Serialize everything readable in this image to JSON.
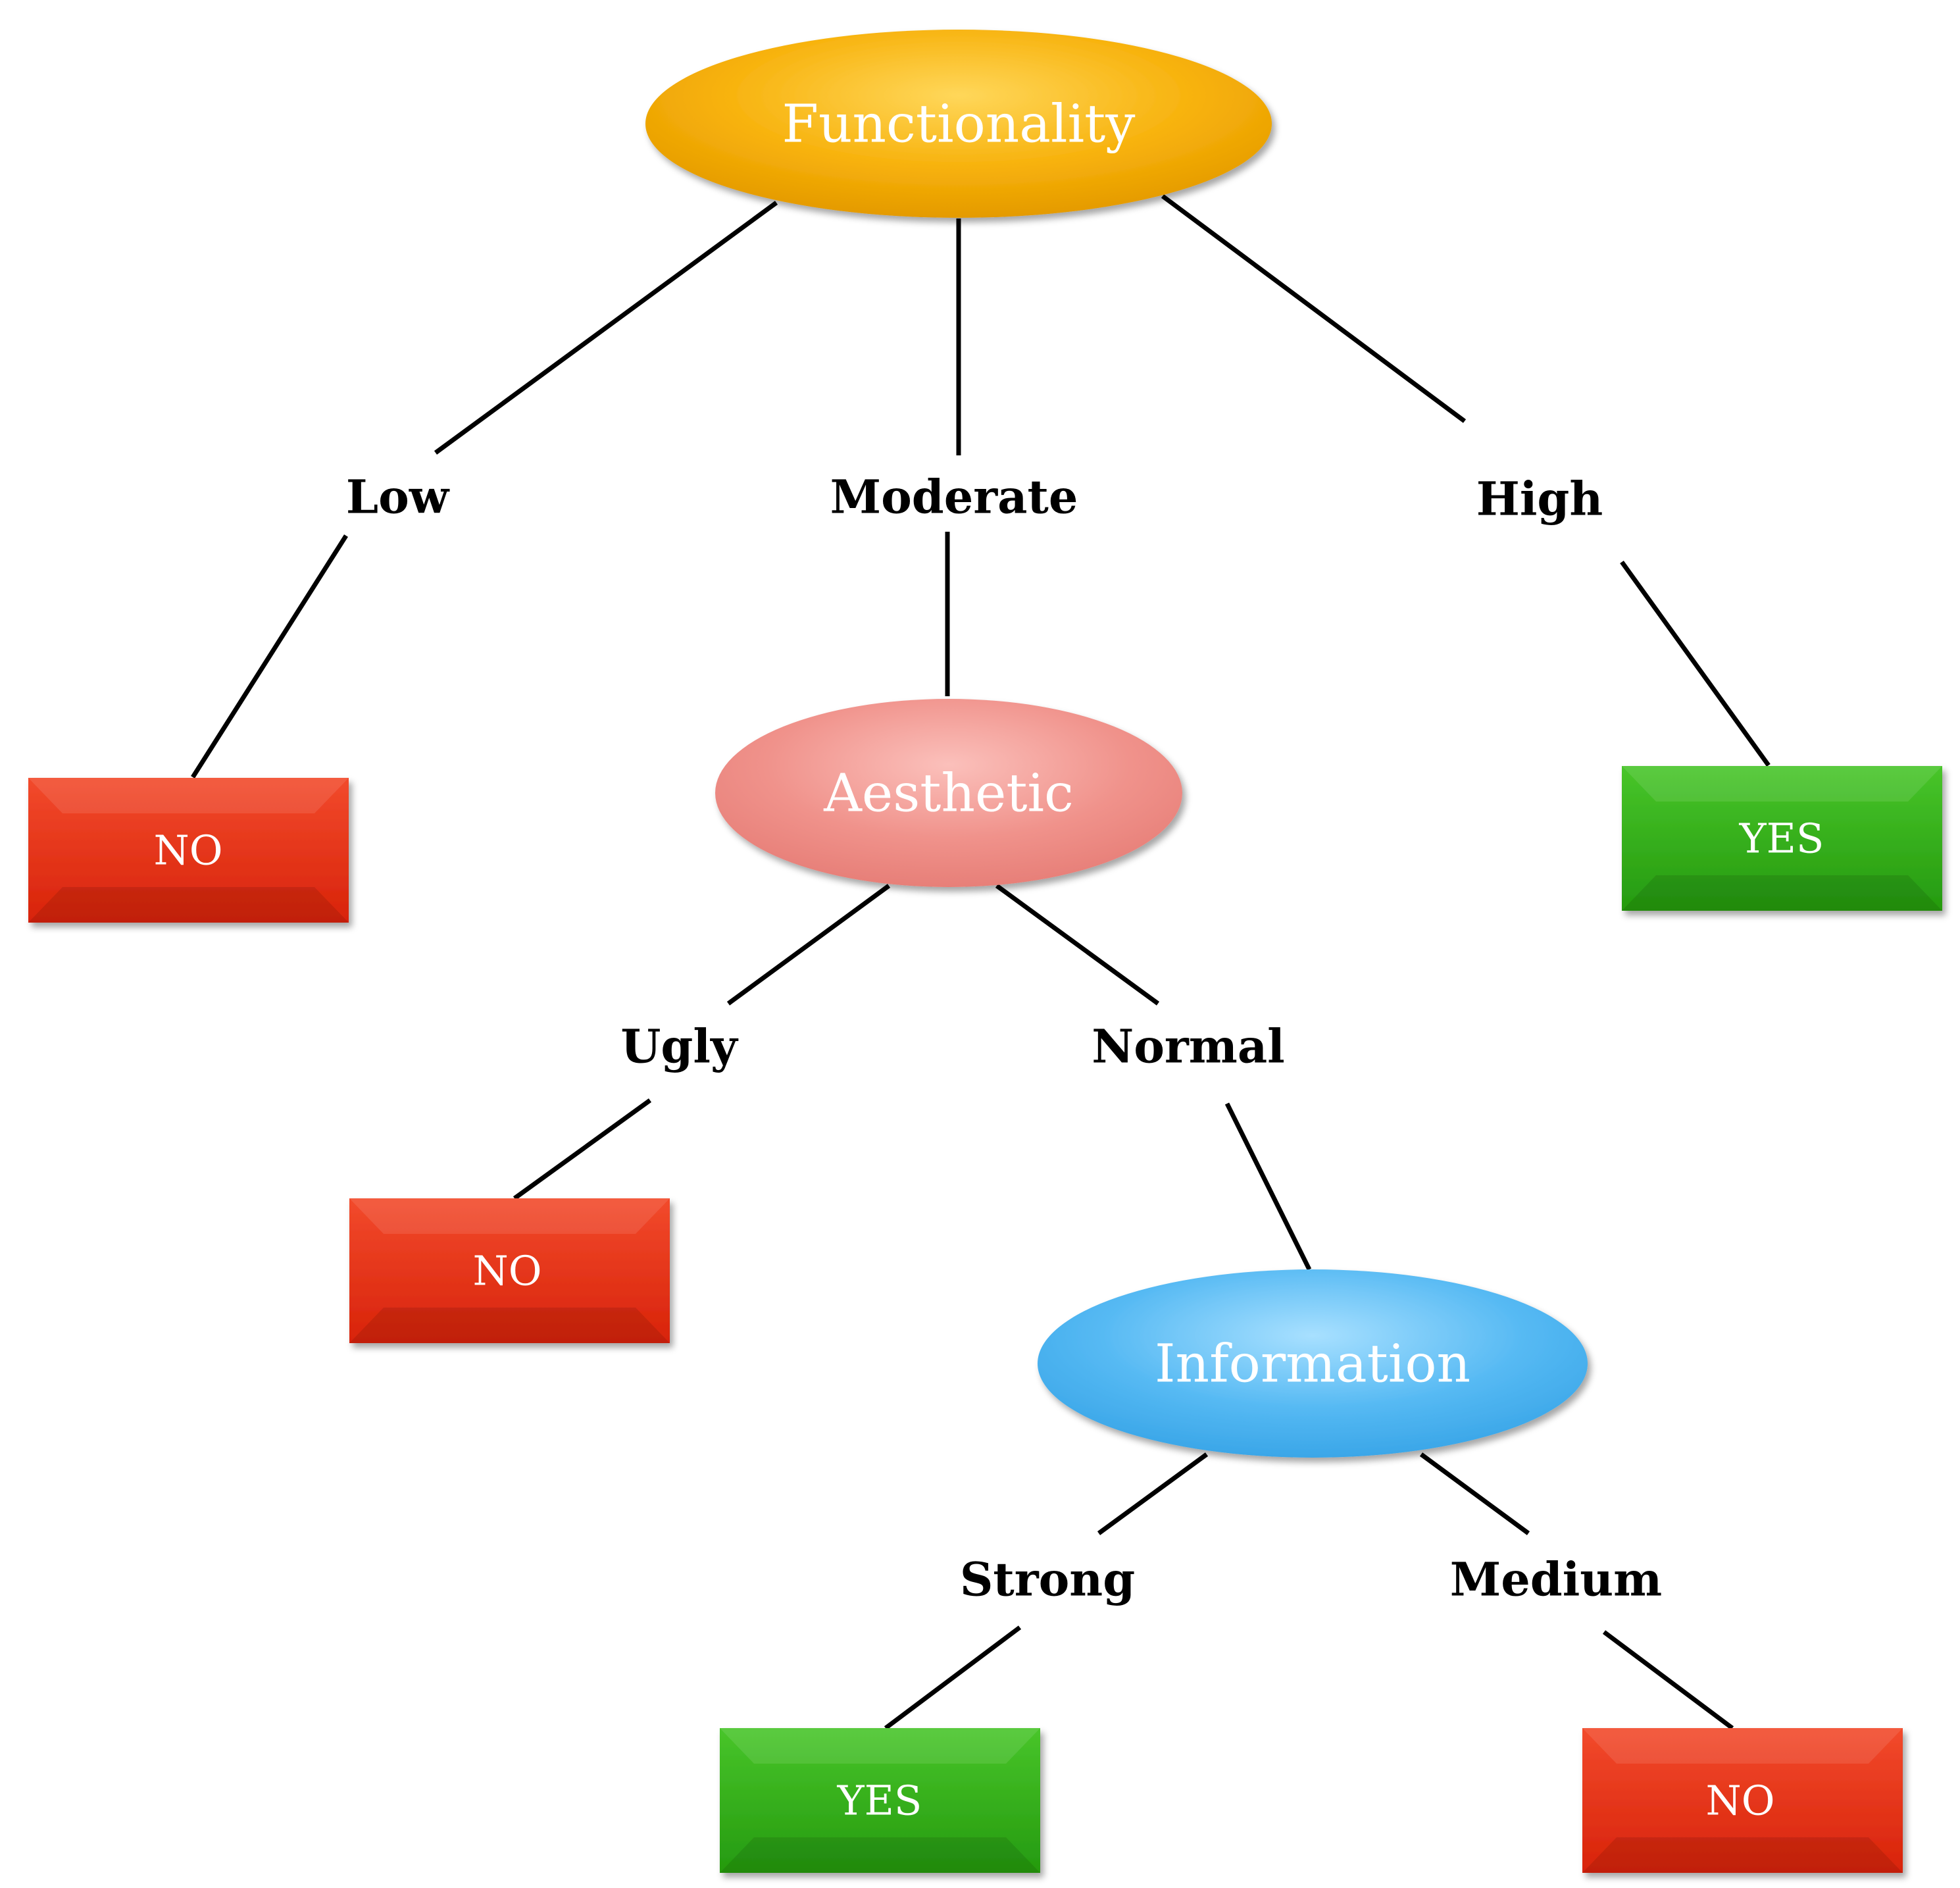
{
  "colors": {
    "decision_root": "#f5a800",
    "decision_aesthetic": "#f0938c",
    "decision_information": "#4fb6f2",
    "leaf_no": "#e32d10",
    "leaf_yes": "#2fae15",
    "edge": "#000000"
  },
  "nodes": {
    "functionality": "Functionality",
    "aesthetic": "Aesthetic",
    "information": "Information"
  },
  "branches": {
    "low": "Low",
    "moderate": "Moderate",
    "high": "High",
    "ugly": "Ugly",
    "normal": "Normal",
    "strong": "Strong",
    "medium": "Medium"
  },
  "leaves": {
    "low_result": "NO",
    "high_result": "YES",
    "ugly_result": "NO",
    "strong_result": "YES",
    "medium_result": "NO"
  }
}
